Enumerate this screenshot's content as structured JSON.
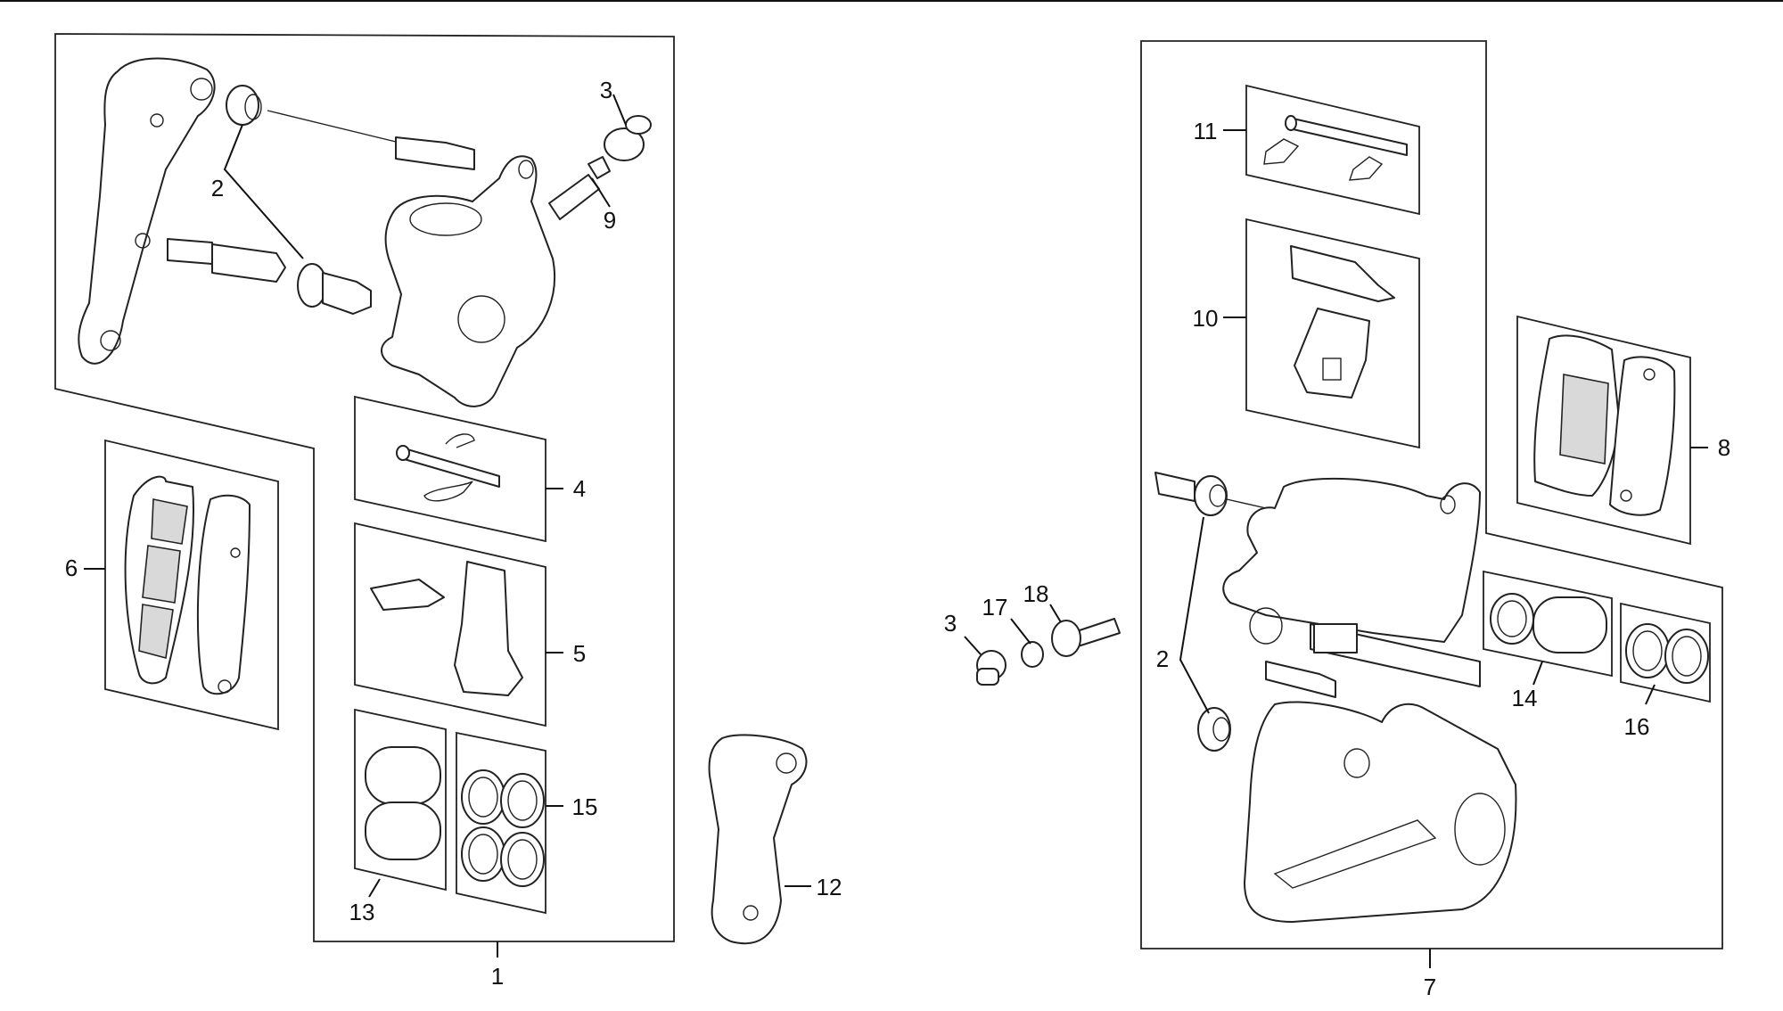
{
  "diagram": {
    "colors": {
      "line": "#222222",
      "background": "#ffffff",
      "pad_fill": "#d9d9d9"
    },
    "callouts": {
      "c1": "1",
      "c2a": "2",
      "c3a": "3",
      "c4": "4",
      "c5": "5",
      "c6": "6",
      "c7": "7",
      "c8": "8",
      "c9": "9",
      "c10": "10",
      "c11": "11",
      "c12": "12",
      "c13": "13",
      "c14": "14",
      "c15": "15",
      "c16": "16",
      "c17": "17",
      "c18": "18",
      "c2b": "2",
      "c3b": "3"
    }
  }
}
